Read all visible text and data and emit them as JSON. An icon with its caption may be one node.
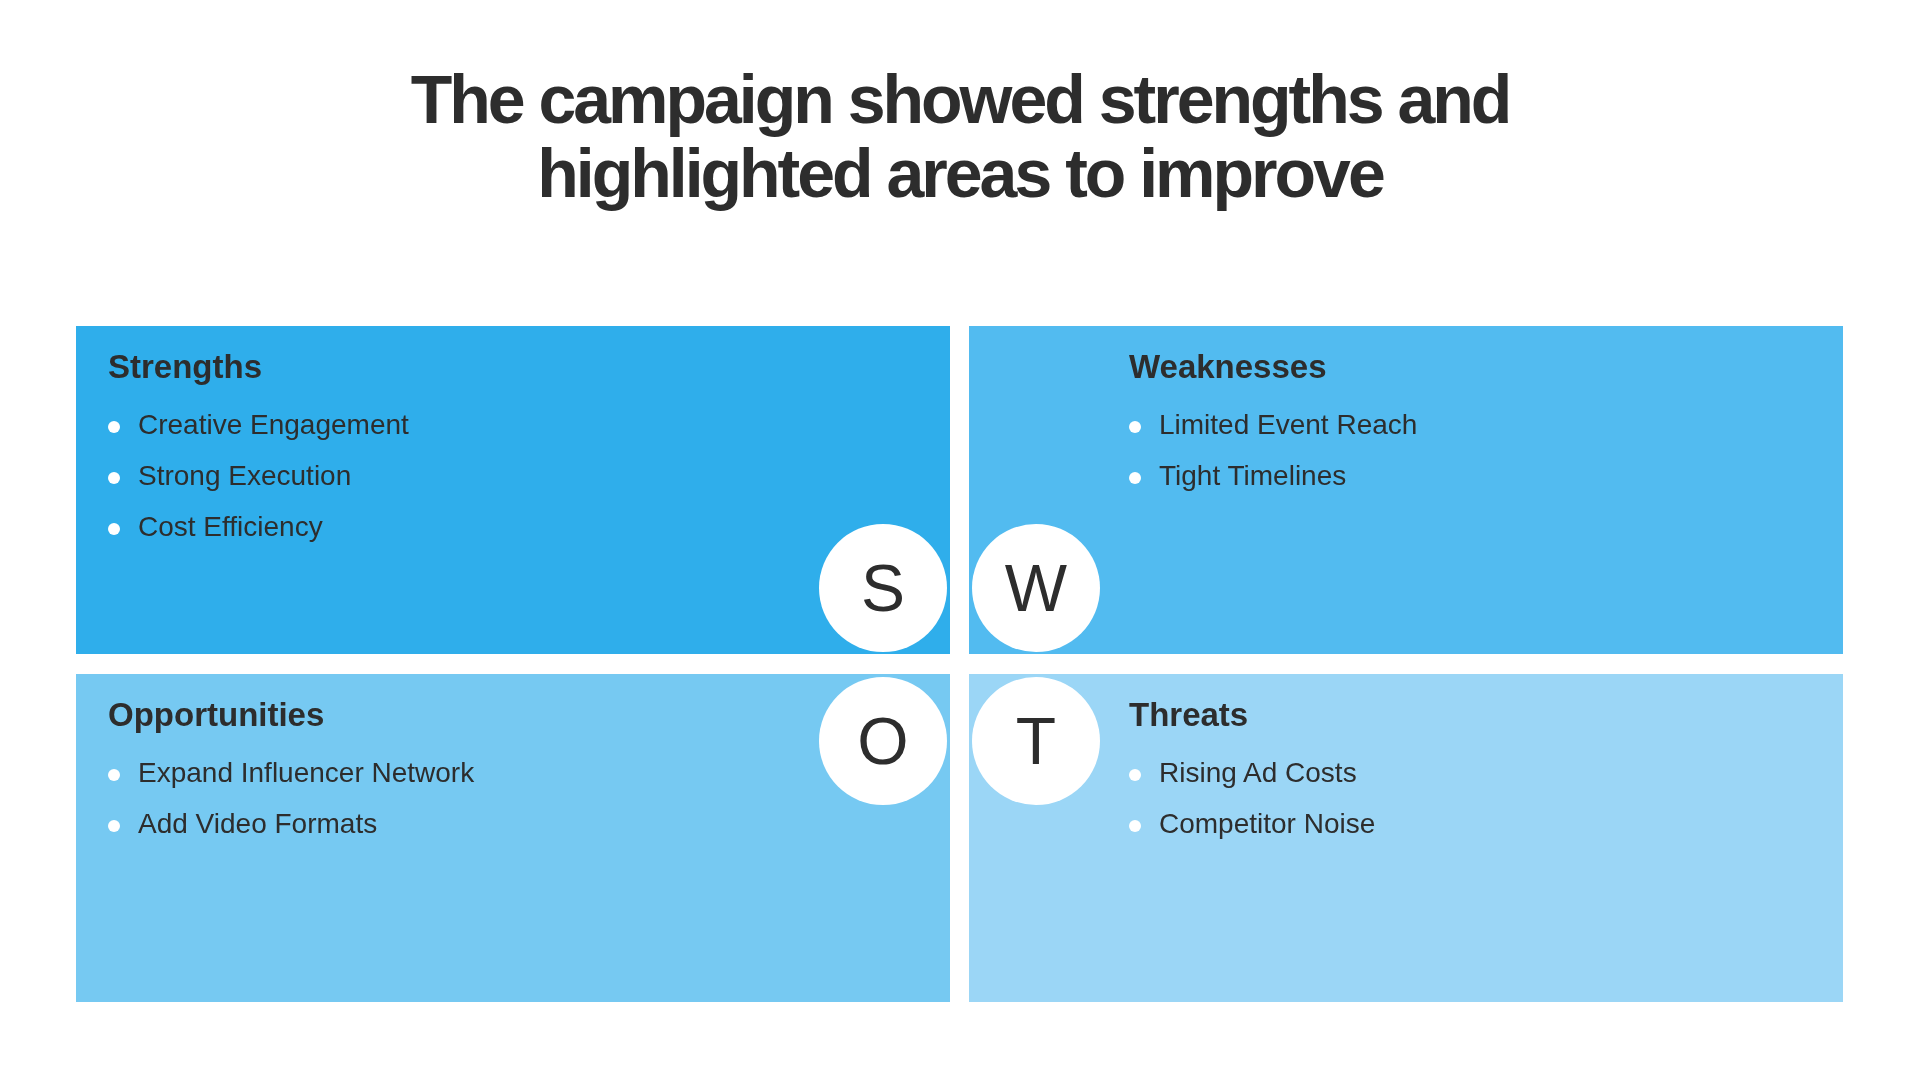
{
  "diagram": {
    "title": "The campaign showed strengths and highlighted areas to improve",
    "nodes": [
      {
        "text": [
          "Strengths",
          "Creative Engagement",
          "Strong Execution",
          "Cost Efficiency"
        ]
      },
      {
        "text": [
          "S"
        ],
        "in": 0
      },
      {
        "text": [
          "W"
        ],
        "in": 3
      },
      {
        "text": [
          "Weaknesses",
          "Limited Event Reach",
          "Tight Timelines"
        ]
      },
      {
        "text": [
          "Opportunities",
          "Expand Influencer Network",
          "Add Video Formats"
        ]
      },
      {
        "text": [
          "O"
        ],
        "in": 4
      },
      {
        "text": [
          "T"
        ],
        "in": 7
      },
      {
        "text": [
          "Threats",
          "Rising Ad Costs",
          "Competitor Noise"
        ]
      }
    ]
  }
}
